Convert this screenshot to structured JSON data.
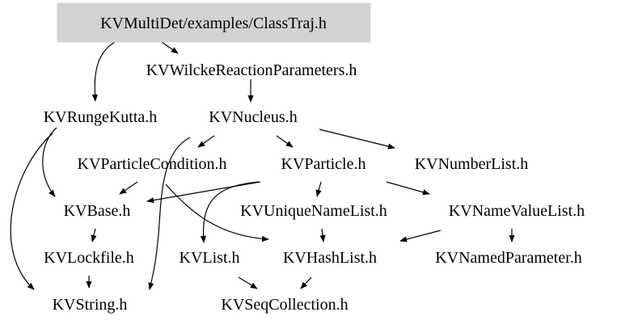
{
  "graph": {
    "root": "KVMultiDet/examples/ClassTraj.h",
    "nodes": {
      "wilcke": "KVWilckeReactionParameters.h",
      "rungekutta": "KVRungeKutta.h",
      "nucleus": "KVNucleus.h",
      "particlecondition": "KVParticleCondition.h",
      "particle": "KVParticle.h",
      "numberlist": "KVNumberList.h",
      "base": "KVBase.h",
      "uniquenamelist": "KVUniqueNameList.h",
      "namevaluelist": "KVNameValueList.h",
      "lockfile": "KVLockfile.h",
      "list": "KVList.h",
      "hashlist": "KVHashList.h",
      "namedparameter": "KVNamedParameter.h",
      "string": "KVString.h",
      "seqcollection": "KVSeqCollection.h"
    }
  },
  "colors": {
    "root_fill": "#d3d3d3",
    "edge": "#000000",
    "text": "#000000"
  }
}
